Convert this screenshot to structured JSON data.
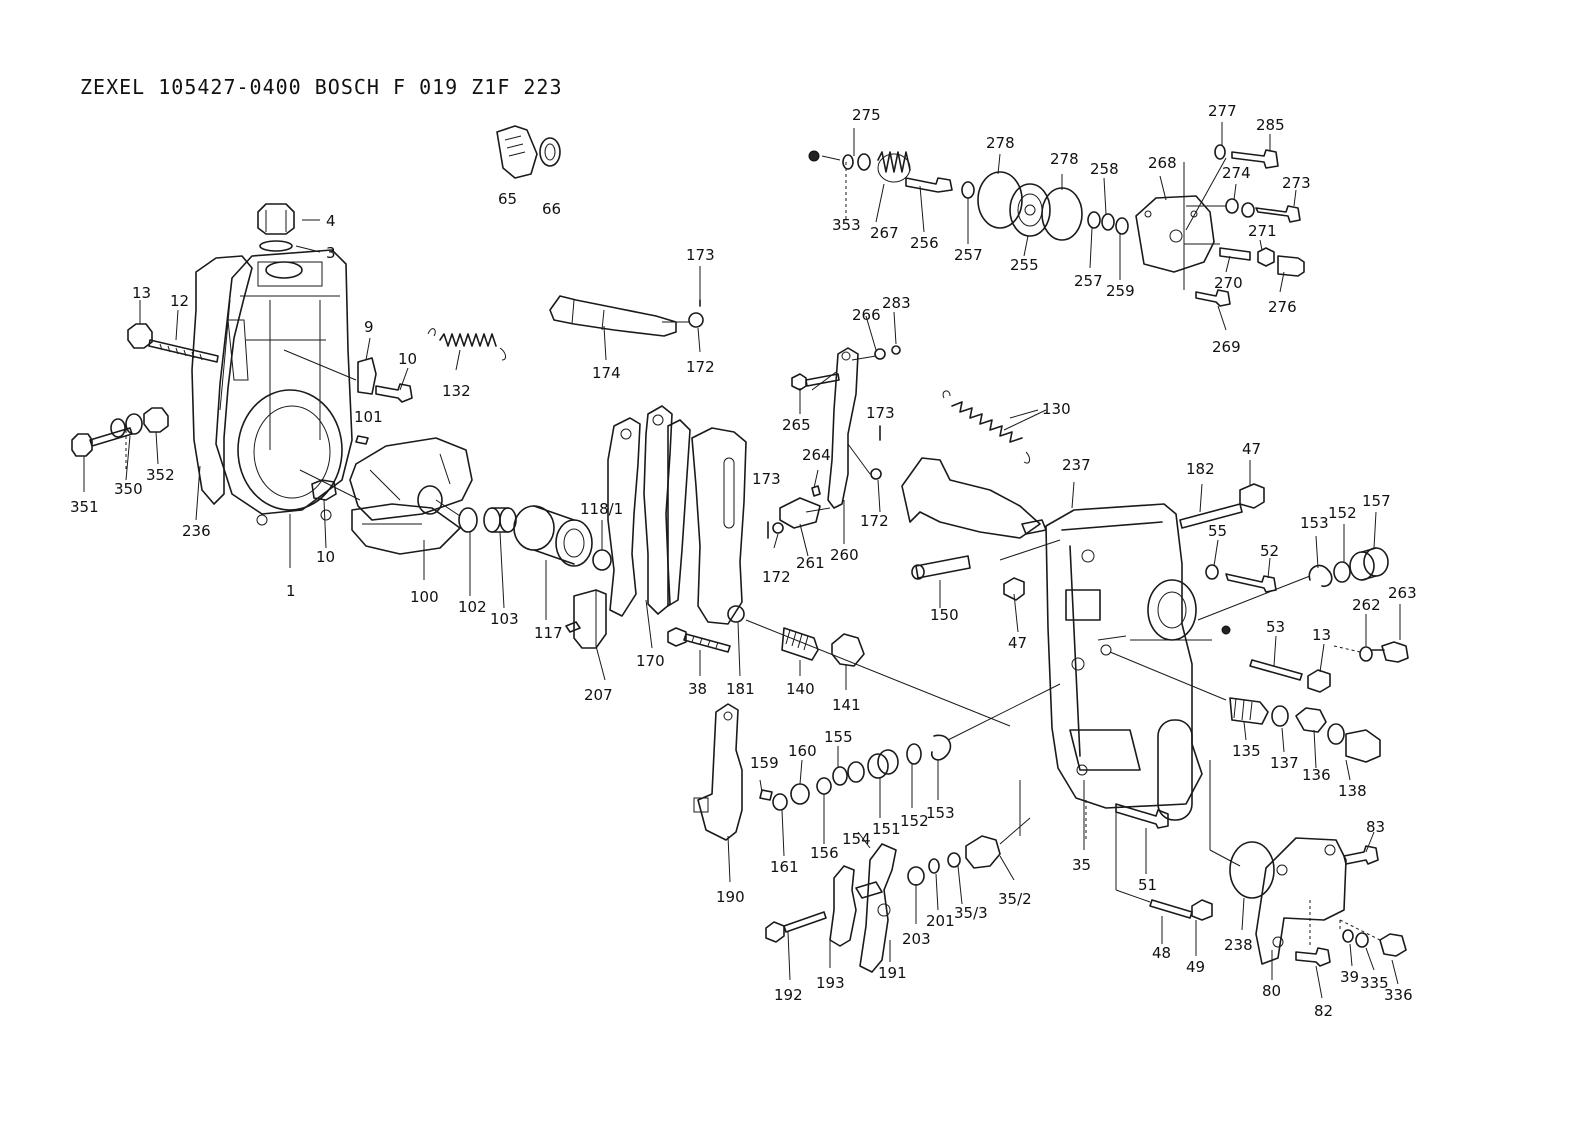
{
  "title": "ZEXEL   105427-0400   BOSCH   F 019 Z1F 223",
  "callouts": {
    "c1": "1",
    "c3": "3",
    "c4": "4",
    "c9": "9",
    "c10a": "10",
    "c10b": "10",
    "c12": "12",
    "c13a": "13",
    "c13b": "13",
    "c35": "35",
    "c35_2": "35/2",
    "c35_3": "35/3",
    "c38": "38",
    "c39": "39",
    "c47a": "47",
    "c47b": "47",
    "c48": "48",
    "c49": "49",
    "c51": "51",
    "c52": "52",
    "c53": "53",
    "c55": "55",
    "c65": "65",
    "c66": "66",
    "c80": "80",
    "c82": "82",
    "c83": "83",
    "c100": "100",
    "c101": "101",
    "c102": "102",
    "c103": "103",
    "c117": "117",
    "c118_1": "118/1",
    "c130": "130",
    "c132": "132",
    "c135": "135",
    "c136": "136",
    "c137": "137",
    "c138": "138",
    "c140": "140",
    "c141": "141",
    "c150": "150",
    "c151": "151",
    "c152a": "152",
    "c152b": "152",
    "c153a": "153",
    "c153b": "153",
    "c154": "154",
    "c155": "155",
    "c156": "156",
    "c157": "157",
    "c159": "159",
    "c160": "160",
    "c161": "161",
    "c170": "170",
    "c172a": "172",
    "c172b": "172",
    "c172c": "172",
    "c173a": "173",
    "c173b": "173",
    "c173c": "173",
    "c174": "174",
    "c181": "181",
    "c182": "182",
    "c190": "190",
    "c191": "191",
    "c192": "192",
    "c193": "193",
    "c201": "201",
    "c203": "203",
    "c207": "207",
    "c236": "236",
    "c237": "237",
    "c238": "238",
    "c255": "255",
    "c256": "256",
    "c257a": "257",
    "c257b": "257",
    "c258": "258",
    "c259": "259",
    "c260": "260",
    "c261": "261",
    "c262": "262",
    "c263": "263",
    "c264": "264",
    "c265": "265",
    "c266": "266",
    "c267": "267",
    "c268": "268",
    "c269": "269",
    "c270": "270",
    "c271": "271",
    "c273": "273",
    "c274": "274",
    "c275": "275",
    "c276": "276",
    "c277": "277",
    "c278a": "278",
    "c278b": "278",
    "c283": "283",
    "c285": "285",
    "c335": "335",
    "c336": "336",
    "c350": "350",
    "c351": "351",
    "c352": "352",
    "c353": "353"
  }
}
